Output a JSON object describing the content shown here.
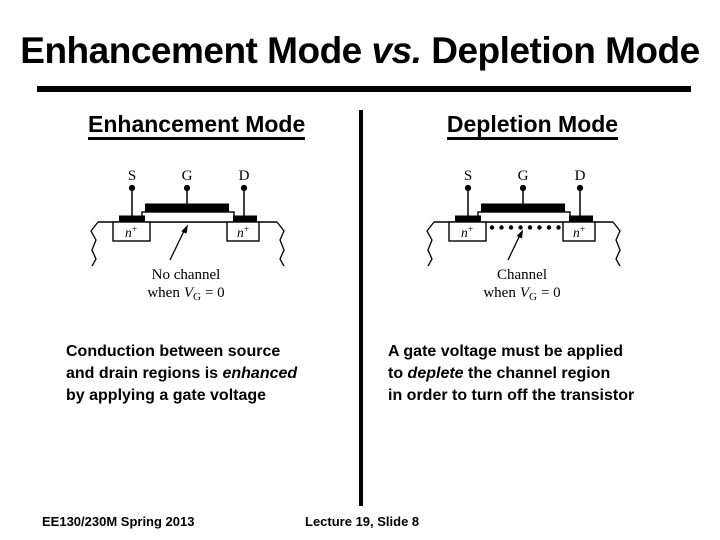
{
  "colors": {
    "background": "#ffffff",
    "text": "#000000",
    "line": "#000000"
  },
  "title": {
    "part1": "Enhancement Mode ",
    "vs": "vs.",
    "part2": " Depletion Mode"
  },
  "columns": {
    "left": {
      "heading": "Enhancement Mode",
      "diagram": {
        "source_label": "S",
        "gate_label": "G",
        "drain_label": "D",
        "n_label": "n",
        "n_superscript": "+",
        "caption_line1": "No channel",
        "caption_when": "when",
        "caption_variable": "V",
        "caption_subscript": "G",
        "caption_equals": "= 0"
      },
      "description": {
        "line1": "Conduction between source",
        "line2_start": "and drain regions is ",
        "line2_italic": "enhanced",
        "line2_end": "",
        "line3": "by applying a gate voltage"
      }
    },
    "right": {
      "heading": "Depletion Mode",
      "diagram": {
        "source_label": "S",
        "gate_label": "G",
        "drain_label": "D",
        "n_label": "n",
        "n_superscript": "+",
        "caption_line1": "Channel",
        "caption_when": "when",
        "caption_variable": "V",
        "caption_subscript": "G",
        "caption_equals": "= 0"
      },
      "description": {
        "line1": "A gate voltage must be applied",
        "line2_start": "to ",
        "line2_italic": "deplete",
        "line2_end": " the channel region",
        "line3": "in order to turn off the transistor"
      }
    }
  },
  "footer": {
    "course": "EE130/230M Spring 2013",
    "slide_label": "Lecture 19, Slide 8"
  }
}
